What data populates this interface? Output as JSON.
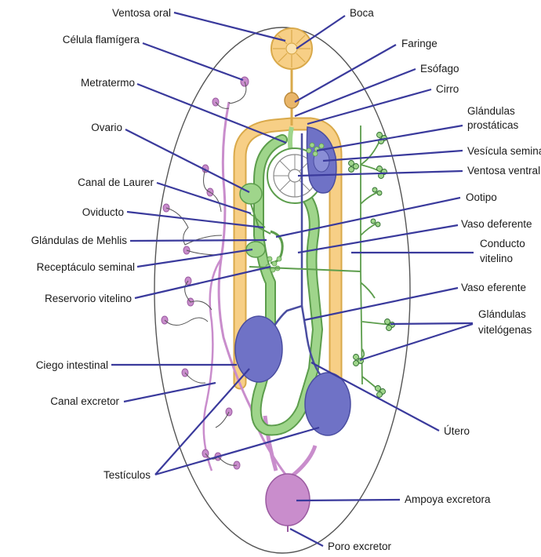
{
  "colors": {
    "leader": "#3a3a9c",
    "outline": "#555555",
    "intestine": "#f7cf86",
    "intestine_stroke": "#d9a94a",
    "reproductive_female": "#9fd58b",
    "reproductive_stroke": "#5c9d4c",
    "testis": "#6f72c6",
    "excretory": "#c98dcc",
    "excretory_stroke": "#9a5aa0"
  },
  "labels": {
    "ventosa_oral": "Ventosa oral",
    "boca": "Boca",
    "celula_flamigera": "Célula flamígera",
    "faringe": "Faringe",
    "esofago": "Esófago",
    "metratermo": "Metratermo",
    "cirro": "Cirro",
    "glandulas_prostaticas_1": "Glándulas",
    "glandulas_prostaticas_2": "prostáticas",
    "ovario": "Ovario",
    "vesicula_seminal": "Vesícula seminal",
    "ventosa_ventral": "Ventosa ventral",
    "canal_laurer": "Canal de Laurer",
    "ootipo": "Ootipo",
    "oviducto": "Oviducto",
    "vaso_deferente": "Vaso deferente",
    "glandulas_mehlis": "Glándulas de Mehlis",
    "conducto_vitelino_1": "Conducto",
    "conducto_vitelino_2": "vitelino",
    "receptaculo_seminal": "Receptáculo seminal",
    "reservorio_vitelino": "Reservorio vitelino",
    "vaso_eferente": "Vaso eferente",
    "glandulas_vitelogenas_1": "Glándulas",
    "glandulas_vitelogenas_2": "vitelógenas",
    "ciego_intestinal": "Ciego intestinal",
    "canal_excretor": "Canal excretor",
    "utero": "Útero",
    "testiculos": "Testículos",
    "ampoya_excretora": "Ampoya excretora",
    "poro_excretor": "Poro excretor"
  }
}
